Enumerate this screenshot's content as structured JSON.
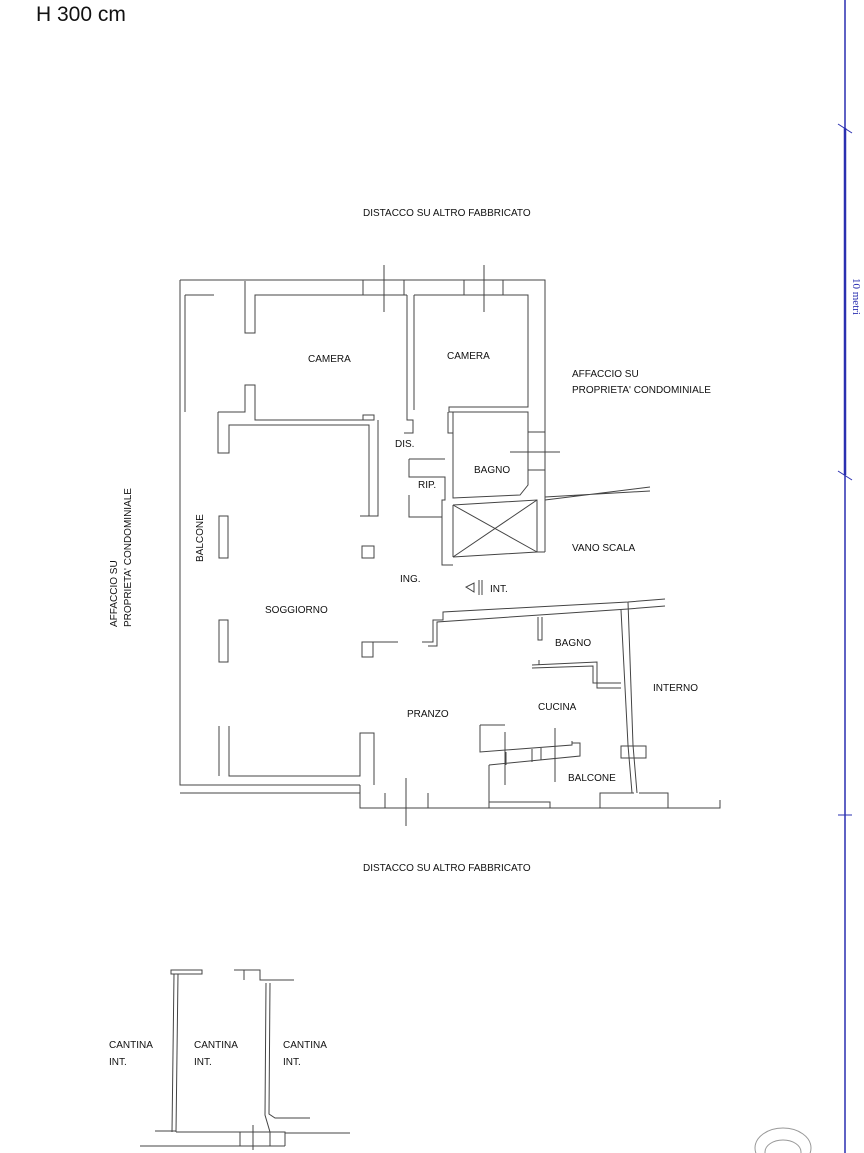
{
  "header": {
    "height_label": "H 300 cm"
  },
  "scale_bar": {
    "label": "10 metri",
    "color": "#2a2fb0"
  },
  "plan": {
    "top_note": "DISTACCO SU ALTRO FABBRICATO",
    "bottom_note": "DISTACCO SU ALTRO FABBRICATO",
    "right_note_1": "AFFACCIO SU",
    "right_note_2": "PROPRIETA' CONDOMINIALE",
    "left_note_1": "AFFACCIO SU",
    "left_note_2": "PROPRIETA' CONDOMINIALE",
    "rooms": {
      "camera_1": "CAMERA",
      "camera_2": "CAMERA",
      "dis": "DIS.",
      "rip": "RIP.",
      "bagno_1": "BAGNO",
      "vano_scala": "VANO SCALA",
      "balcone_left": "BALCONE",
      "soggiorno": "SOGGIORNO",
      "ing": "ING.",
      "int": "INT.",
      "bagno_2": "BAGNO",
      "interno": "INTERNO",
      "cucina": "CUCINA",
      "pranzo": "PRANZO",
      "balcone_right": "BALCONE"
    }
  },
  "cellars": {
    "c1_line1": "CANTINA",
    "c1_line2": "INT.",
    "c2_line1": "CANTINA",
    "c2_line2": "INT.",
    "c3_line1": "CANTINA",
    "c3_line2": "INT."
  }
}
